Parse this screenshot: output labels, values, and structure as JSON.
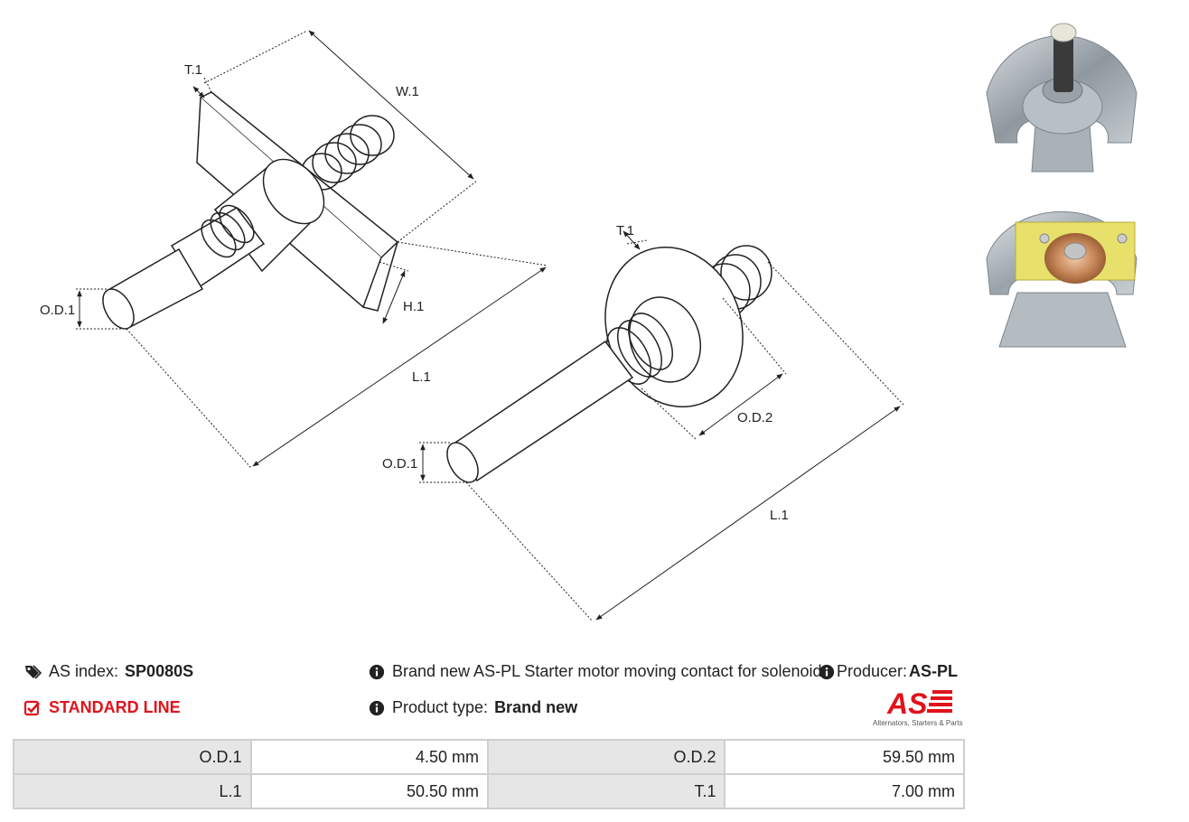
{
  "drawing_labels": {
    "left": {
      "t1": "T.1",
      "w1": "W.1",
      "od1": "O.D.1",
      "h1": "H.1",
      "l1": "L.1"
    },
    "right": {
      "t1": "T.1",
      "od1": "O.D.1",
      "od2": "O.D.2",
      "l1": "L.1"
    }
  },
  "info": {
    "as_index_label": "AS index:",
    "as_index_value": "SP0080S",
    "line_label": "STANDARD LINE",
    "description": "Brand new AS-PL Starter motor moving contact for solenoid",
    "producer_label": "Producer:",
    "producer_value": "AS-PL",
    "product_type_label": "Product type:",
    "product_type_value": "Brand new"
  },
  "logo": {
    "text": "AS",
    "caption": "Alternators, Starters & Parts"
  },
  "specs": [
    [
      {
        "key": "O.D.1",
        "value": "4.50 mm"
      },
      {
        "key": "O.D.2",
        "value": "59.50 mm"
      }
    ],
    [
      {
        "key": "L.1",
        "value": "50.50 mm"
      },
      {
        "key": "T.1",
        "value": "7.00 mm"
      }
    ]
  ],
  "colors": {
    "accent_red": "#e0131c",
    "table_key_bg": "#e6e6e6",
    "table_border": "#cfcfcf"
  },
  "icons": [
    "tags-icon",
    "check-square-icon",
    "info-circle-icon"
  ]
}
